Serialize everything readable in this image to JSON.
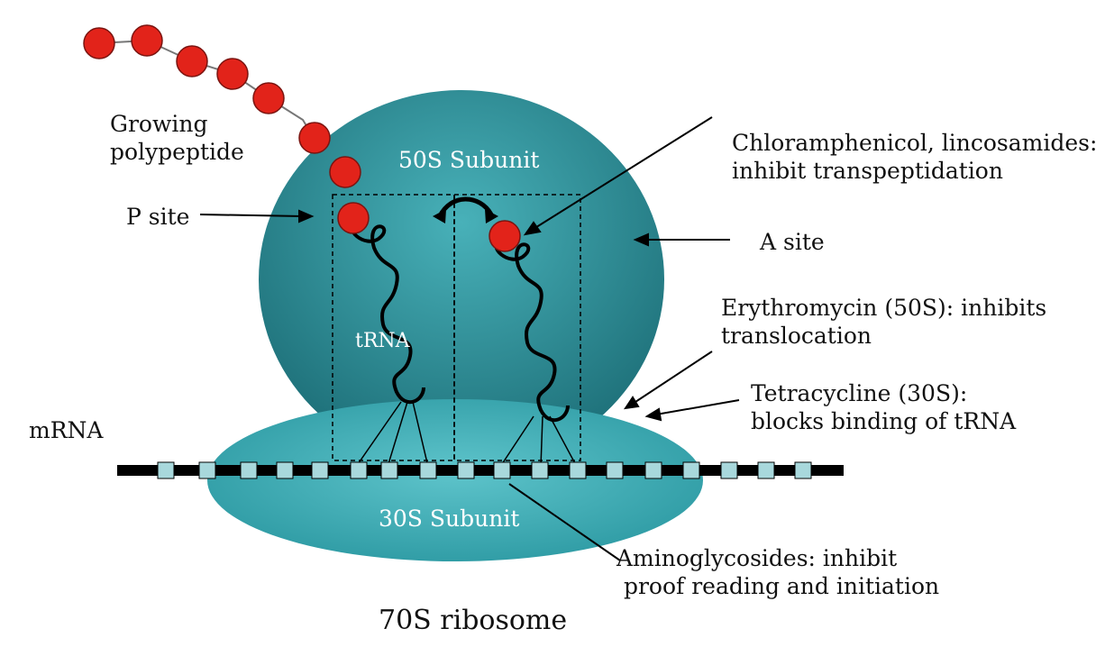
{
  "labels": {
    "growing_polypeptide": "Growing\npolypeptide",
    "subunit_50s": "50S Subunit",
    "subunit_30s": "30S Subunit",
    "p_site": "P site",
    "a_site": "A site",
    "trna": "tRNA",
    "mrna": "mRNA",
    "chloramphenicol": "Chloramphenicol, lincosamides:\ninhibit transpeptidation",
    "erythromycin": "Erythromycin (50S): inhibits\ntranslocation",
    "tetracycline": "Tetracycline (30S):\nblocks binding of tRNA",
    "aminoglycosides": "Aminoglycosides: inhibit\n proof reading and initiation",
    "title": "70S ribosome"
  },
  "colors": {
    "subunit_fill": "#2a8a96",
    "subunit_light": "#53b9c0",
    "amino_acid": "#e2231a",
    "mrna_strand": "#000000",
    "codon_box": "#a8d8dc"
  }
}
